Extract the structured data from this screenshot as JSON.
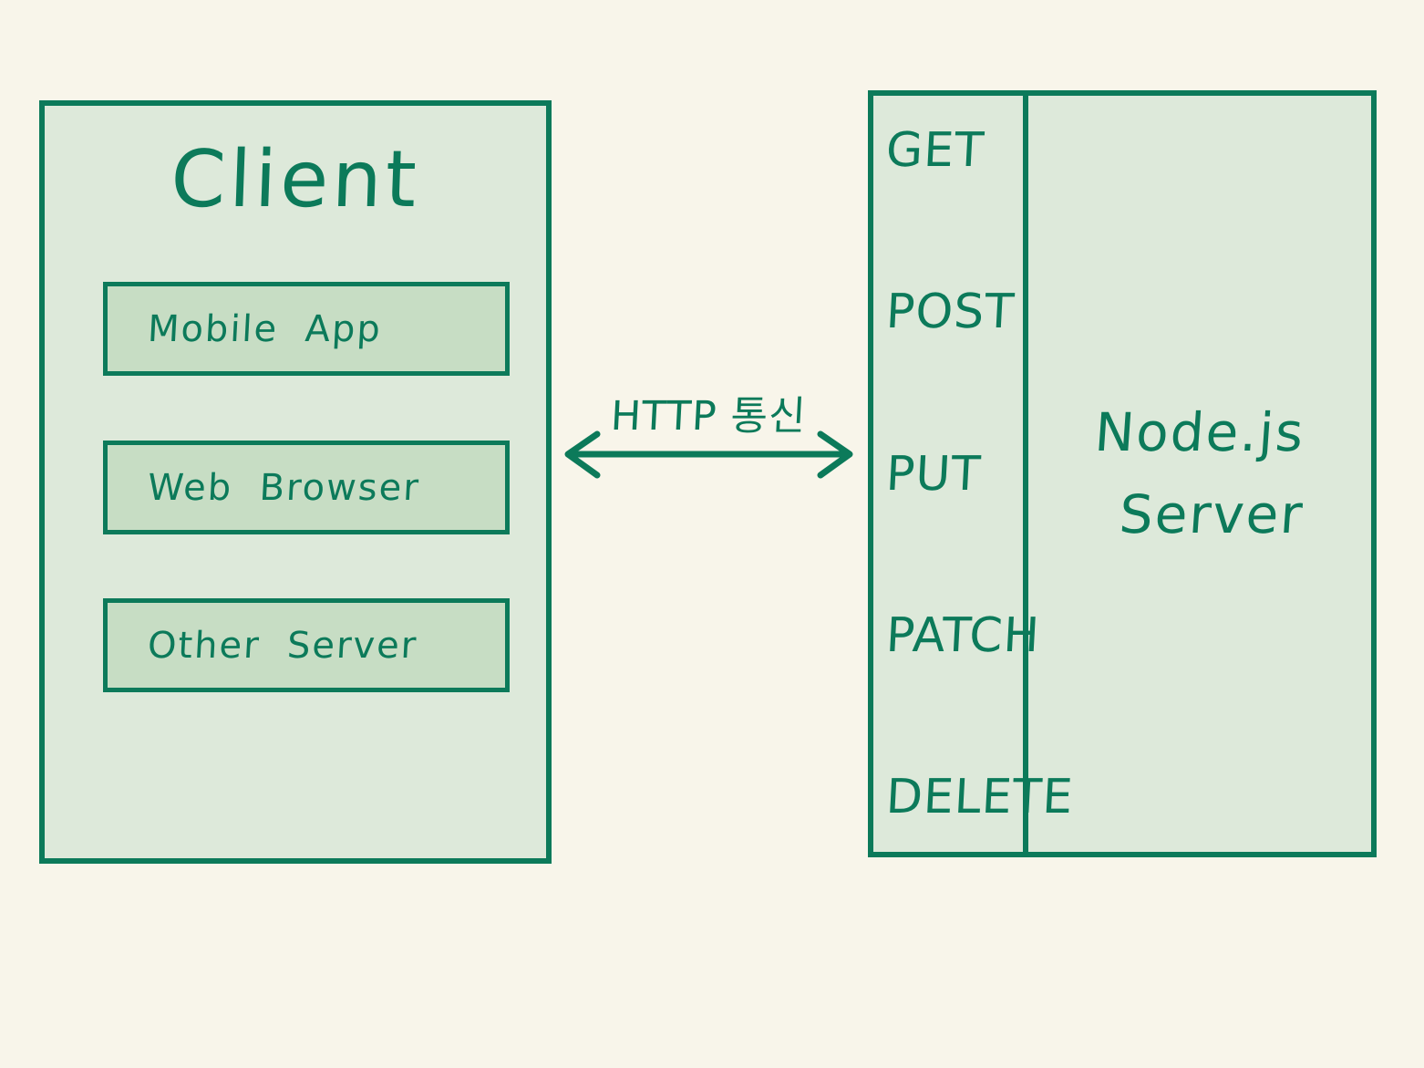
{
  "diagram": {
    "title": "Client / Node.js Server HTTP communication diagram",
    "background_color": "#f8f5ea",
    "ink_color": "#0c7a5a",
    "panel_fill": "#dde9da",
    "inner_box_fill": "#c7ddc4"
  },
  "client": {
    "title": "Client",
    "boxes": [
      {
        "label": "Mobile  App"
      },
      {
        "label": "Web  Browser"
      },
      {
        "label": "Other  Server"
      }
    ]
  },
  "connector": {
    "label": "HTTP 통신",
    "direction": "bidirectional",
    "icon": "double-headed-arrow-icon"
  },
  "server": {
    "methods": [
      "GET",
      "POST",
      "PUT",
      "PATCH",
      "DELETE"
    ],
    "name_lines": [
      "Node.js",
      "Server"
    ]
  }
}
